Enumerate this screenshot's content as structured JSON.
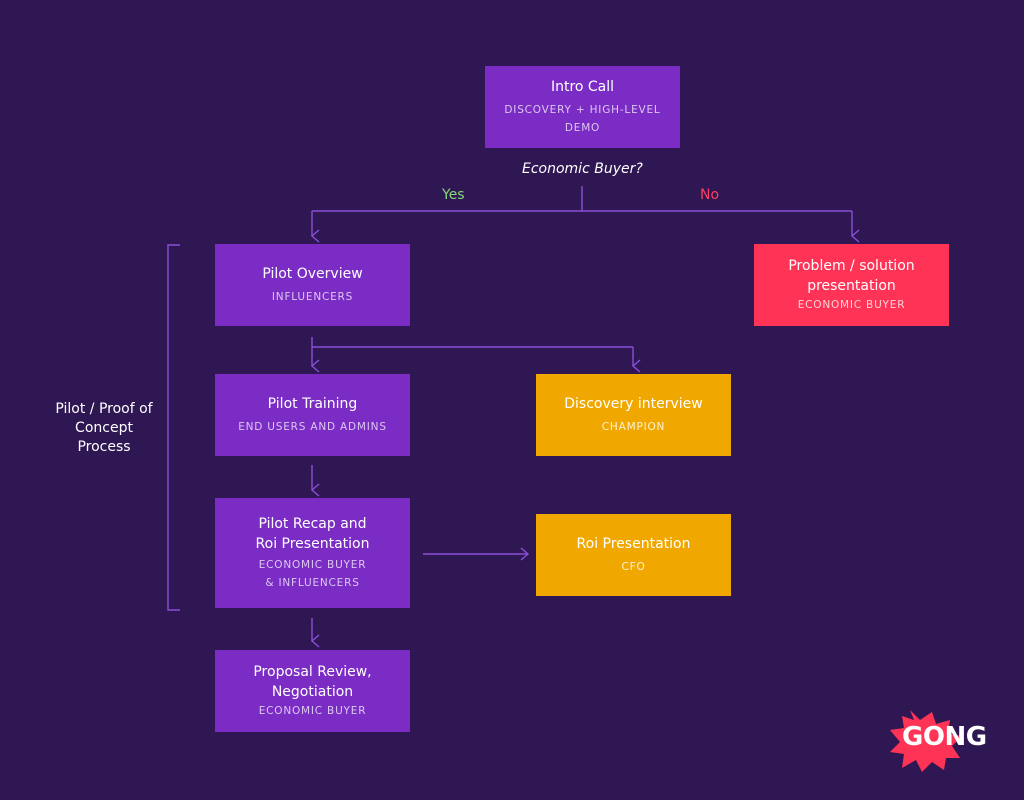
{
  "nodes": {
    "intro_call": {
      "title": "Intro Call",
      "sub": "DISCOVERY + HIGH-LEVEL DEMO"
    },
    "pilot_overview": {
      "title": "Pilot Overview",
      "sub": "INFLUENCERS"
    },
    "problem_solution": {
      "title": "Problem / solution presentation",
      "sub": "ECONOMIC BUYER"
    },
    "pilot_training": {
      "title": "Pilot Training",
      "sub": "END USERS AND ADMINS"
    },
    "discovery_interview": {
      "title": "Discovery interview",
      "sub": "CHAMPION"
    },
    "pilot_recap": {
      "title": "Pilot Recap and Roi Presentation",
      "sub": "ECONOMIC BUYER & INFLUENCERS"
    },
    "roi_presentation": {
      "title": "Roi Presentation",
      "sub": "CFO"
    },
    "proposal_review": {
      "title": "Proposal Review, Negotiation",
      "sub": "ECONOMIC BUYER"
    }
  },
  "decision": {
    "question": "Economic Buyer?",
    "yes": "Yes",
    "no": "No"
  },
  "group_label": "Pilot / Proof of Concept Process",
  "logo": {
    "text": "GONG"
  },
  "colors": {
    "background": "#2f1754",
    "purple_box": "#7b2cc4",
    "orange_box": "#f0a800",
    "red_box": "#ff3355",
    "connector": "#8a4fd6",
    "yes": "#86d67b",
    "no": "#ff3f5f"
  }
}
